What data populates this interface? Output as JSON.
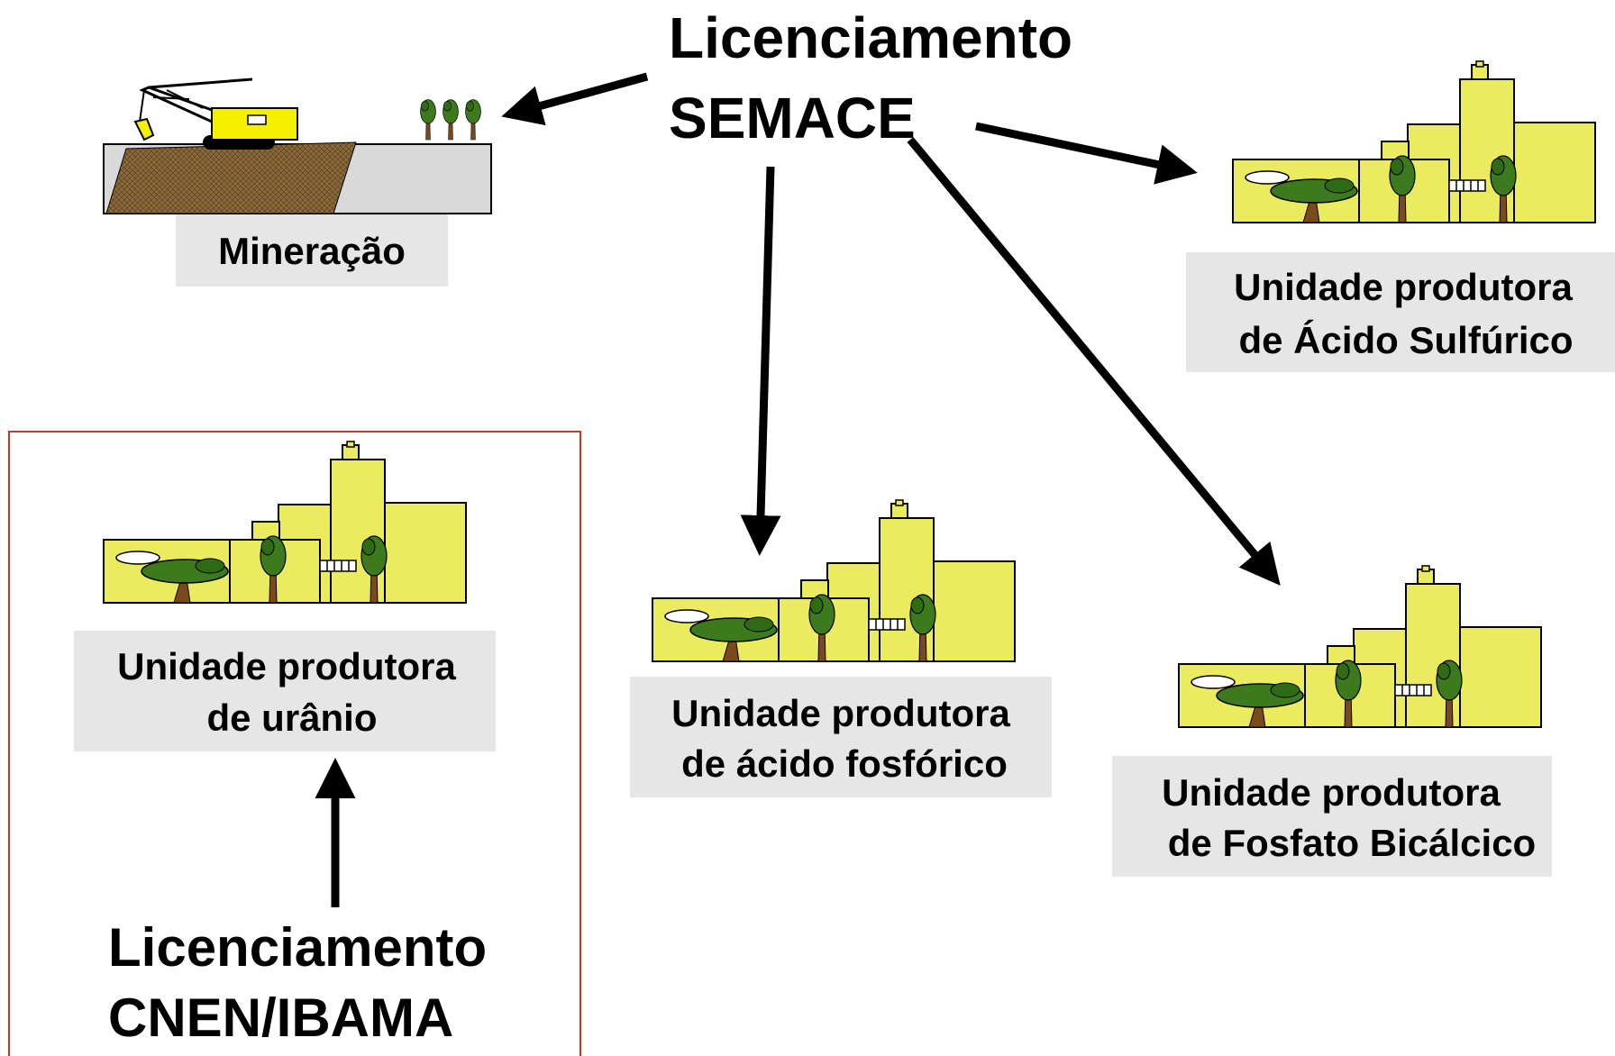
{
  "semace_licensing": {
    "line1": "Licenciamento",
    "line2": "SEMACE"
  },
  "cnen_licensing": {
    "line1": "Licenciamento",
    "line2": "CNEN/IBAMA"
  },
  "nodes": {
    "mining": {
      "label": "Mineração"
    },
    "sulfuric_acid_unit": {
      "line1": "Unidade produtora",
      "line2": "de Ácido Sulfúrico"
    },
    "phosphoric_acid_unit": {
      "line1": "Unidade produtora",
      "line2": "de ácido fosfórico"
    },
    "dicalcium_phosphate_unit": {
      "line1": "Unidade produtora",
      "line2": "de Fosfato Bicálcico"
    },
    "uranium_unit": {
      "line1": "Unidade produtora",
      "line2": "de urânio"
    }
  },
  "colors": {
    "factory_fill": "#ebeb5f",
    "label_box": "#e6e6e6",
    "tree_crown": "#3d7a1e",
    "tree_trunk": "#7a4a1a",
    "machine": "#f5f000",
    "soil": "#8b6a3a",
    "frame_border": "#d03a1f"
  }
}
